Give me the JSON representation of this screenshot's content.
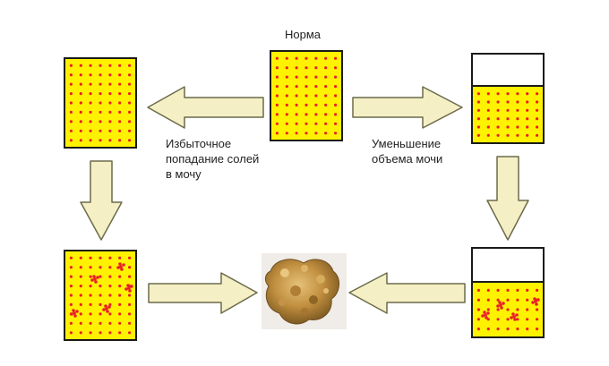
{
  "title": "Норма",
  "caption_left": [
    "Избыточное",
    "попадание солей",
    "в мочу"
  ],
  "caption_right": [
    "Уменьшение",
    "объема мочи"
  ],
  "colors": {
    "urine": "#fff200",
    "salt": "#e8202a",
    "border": "#1a1a1a",
    "arrow_fill": "#f5efc6",
    "arrow_stroke": "#6b6b4a",
    "stone": "#c89a4a"
  },
  "containers": [
    {
      "id": "norm",
      "fill_level": 1.0,
      "clusters": false
    },
    {
      "id": "excess-salt",
      "fill_level": 1.0,
      "clusters": false
    },
    {
      "id": "reduced-volume",
      "fill_level": 0.72,
      "clusters": false
    },
    {
      "id": "crystallizing-left",
      "fill_level": 1.0,
      "clusters": true
    },
    {
      "id": "crystallizing-right",
      "fill_level": 0.58,
      "clusters": true
    }
  ],
  "stone_image": "kidney-stone-photo"
}
